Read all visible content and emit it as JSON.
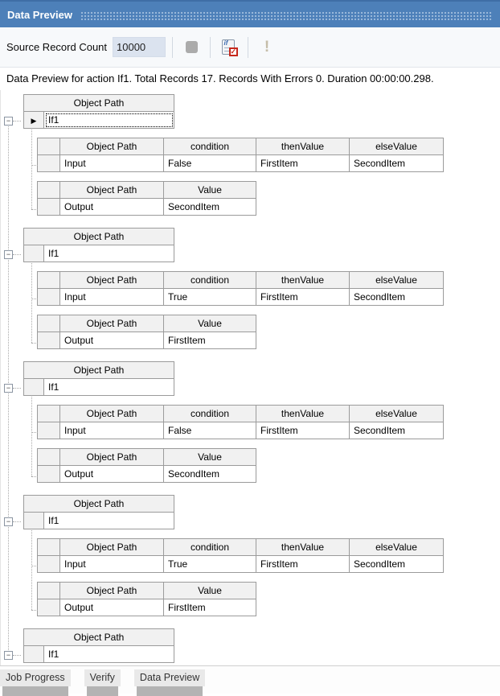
{
  "titlebar": {
    "title": "Data Preview"
  },
  "toolbar": {
    "source_record_count_label": "Source Record Count",
    "source_record_count_value": "10000",
    "verify_icon_text": "if",
    "verify_icon_check": "✓",
    "warning_icon_glyph": "!"
  },
  "summary": {
    "text": "Data Preview for action If1. Total Records 17. Records With Errors 0. Duration 00:00:00.298."
  },
  "grid": {
    "col_object_path": "Object Path",
    "col_condition": "condition",
    "col_then_value": "thenValue",
    "col_else_value": "elseValue",
    "col_value": "Value"
  },
  "glyphs": {
    "collapse": "−",
    "current_row_arrow": "▶"
  },
  "colors": {
    "titlebar_blue": "#4d80b9",
    "input_background": "#dbe3ef",
    "check_red": "#c6281c",
    "grid_border": "#9b9b9b"
  },
  "blocks": [
    {
      "label": "If1",
      "input": {
        "path": "Input",
        "condition": "False",
        "thenValue": "FirstItem",
        "elseValue": "SecondItem"
      },
      "output": {
        "path": "Output",
        "value": "SecondItem"
      }
    },
    {
      "label": "If1",
      "input": {
        "path": "Input",
        "condition": "True",
        "thenValue": "FirstItem",
        "elseValue": "SecondItem"
      },
      "output": {
        "path": "Output",
        "value": "FirstItem"
      }
    },
    {
      "label": "If1",
      "input": {
        "path": "Input",
        "condition": "False",
        "thenValue": "FirstItem",
        "elseValue": "SecondItem"
      },
      "output": {
        "path": "Output",
        "value": "SecondItem"
      }
    },
    {
      "label": "If1",
      "input": {
        "path": "Input",
        "condition": "True",
        "thenValue": "FirstItem",
        "elseValue": "SecondItem"
      },
      "output": {
        "path": "Output",
        "value": "FirstItem"
      }
    },
    {
      "label": "If1"
    }
  ],
  "tabs": [
    {
      "label": "Job Progress"
    },
    {
      "label": "Verify"
    },
    {
      "label": "Data Preview"
    }
  ]
}
